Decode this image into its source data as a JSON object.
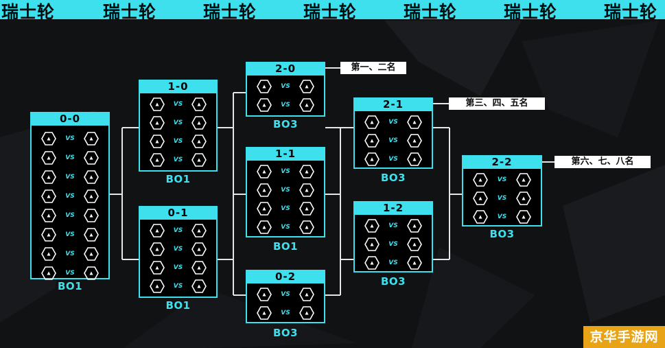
{
  "banner": {
    "word": "瑞士轮"
  },
  "brackets": [
    {
      "key": "r00",
      "record": "0-0",
      "format": "BO1",
      "matches": 8
    },
    {
      "key": "r10",
      "record": "1-0",
      "format": "BO1",
      "matches": 4
    },
    {
      "key": "r01",
      "record": "0-1",
      "format": "BO1",
      "matches": 4
    },
    {
      "key": "r20",
      "record": "2-0",
      "format": "BO3",
      "matches": 2
    },
    {
      "key": "r11",
      "record": "1-1",
      "format": "BO1",
      "matches": 4
    },
    {
      "key": "r02",
      "record": "0-2",
      "format": "BO3",
      "matches": 2
    },
    {
      "key": "r21",
      "record": "2-1",
      "format": "BO3",
      "matches": 3
    },
    {
      "key": "r12",
      "record": "1-2",
      "format": "BO3",
      "matches": 3
    },
    {
      "key": "r22",
      "record": "2-2",
      "format": "BO3",
      "matches": 3
    }
  ],
  "match": {
    "vs_label": "VS"
  },
  "results": {
    "first_second": "第一、二名",
    "third_to_fifth": "第三、四、五名",
    "sixth_to_eighth": "第六、七、八名"
  },
  "watermark": {
    "text": "京华手游网"
  },
  "colors": {
    "accent": "#3fe0ee",
    "background": "#111214",
    "box": "#000000",
    "line": "#e6e6e6"
  }
}
